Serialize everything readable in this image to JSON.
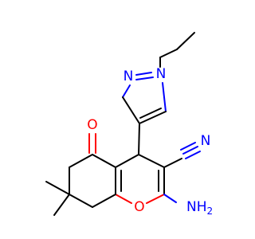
{
  "atoms": {
    "ring_n1": "N",
    "ring_n2": "N",
    "ketone_o": "O",
    "ring_o": "O",
    "nitrile_n": "N",
    "amino": "NH2",
    "amino_main": "NH",
    "amino_sub": "2"
  },
  "colors": {
    "bond": "#000000",
    "oxygen": "#ff0000",
    "nitrogen": "#0000ff",
    "background": "#ffffff"
  }
}
